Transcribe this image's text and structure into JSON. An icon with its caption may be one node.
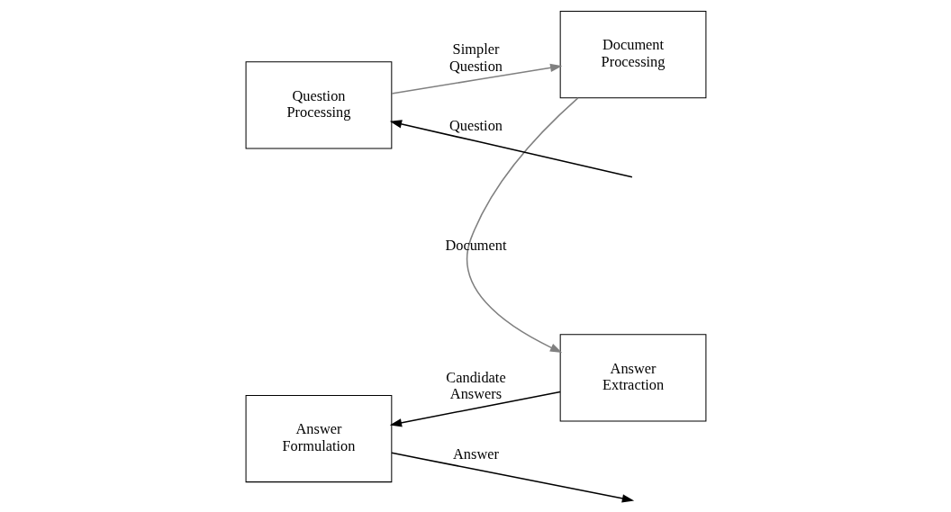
{
  "diagram": {
    "nodes": [
      {
        "text": [
          "Question Processing"
        ]
      },
      {
        "text": [
          "Document Processing"
        ]
      },
      {
        "text": [
          "Answer Extraction"
        ]
      },
      {
        "text": [
          "Answer Formulation"
        ]
      }
    ],
    "edges": [
      {
        "from": null,
        "to": 0,
        "arrow": "to",
        "label": "Question"
      },
      {
        "from": 0,
        "to": 1,
        "arrow": "to",
        "label": "Simpler Question",
        "color": "#808080"
      },
      {
        "from": 1,
        "to": 2,
        "arrow": "to",
        "label": "Document",
        "color": "#808080"
      },
      {
        "from": 2,
        "to": 3,
        "arrow": "to",
        "label": "Candidate Answers"
      },
      {
        "from": 3,
        "to": null,
        "arrow": "to",
        "label": "Answer"
      }
    ]
  }
}
